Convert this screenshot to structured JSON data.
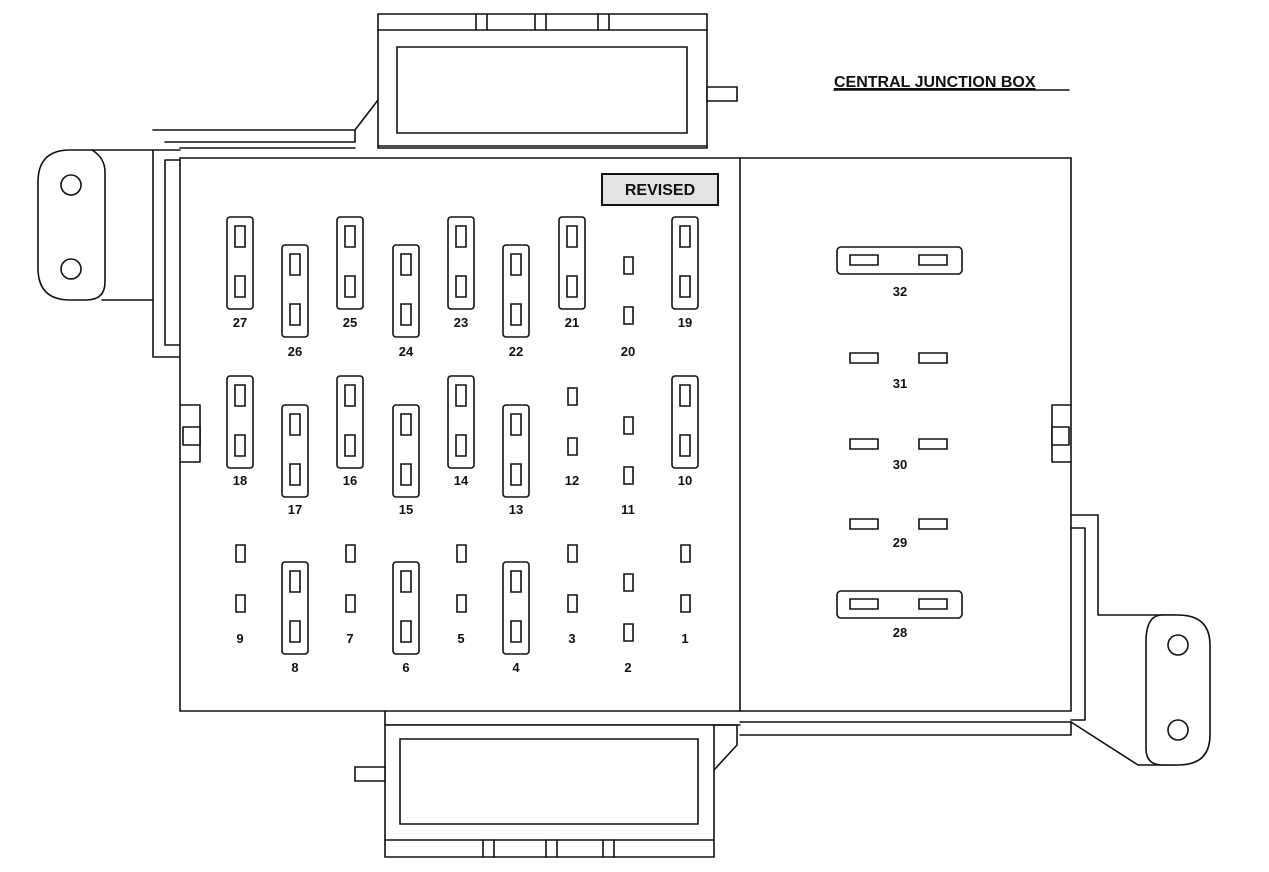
{
  "title": "CENTRAL JUNCTION BOX",
  "badge": "REVISED",
  "fuses": [
    {
      "id": "27",
      "kind": "mini"
    },
    {
      "id": "26",
      "kind": "mini"
    },
    {
      "id": "25",
      "kind": "mini"
    },
    {
      "id": "24",
      "kind": "mini"
    },
    {
      "id": "23",
      "kind": "mini"
    },
    {
      "id": "22",
      "kind": "mini"
    },
    {
      "id": "21",
      "kind": "mini"
    },
    {
      "id": "20",
      "kind": "empty"
    },
    {
      "id": "19",
      "kind": "mini"
    },
    {
      "id": "18",
      "kind": "mini"
    },
    {
      "id": "17",
      "kind": "mini"
    },
    {
      "id": "16",
      "kind": "mini"
    },
    {
      "id": "15",
      "kind": "mini"
    },
    {
      "id": "14",
      "kind": "mini"
    },
    {
      "id": "13",
      "kind": "mini"
    },
    {
      "id": "12",
      "kind": "empty"
    },
    {
      "id": "11",
      "kind": "empty"
    },
    {
      "id": "10",
      "kind": "mini"
    },
    {
      "id": "9",
      "kind": "empty"
    },
    {
      "id": "8",
      "kind": "mini"
    },
    {
      "id": "7",
      "kind": "empty"
    },
    {
      "id": "6",
      "kind": "mini"
    },
    {
      "id": "5",
      "kind": "empty"
    },
    {
      "id": "4",
      "kind": "mini"
    },
    {
      "id": "3",
      "kind": "empty"
    },
    {
      "id": "2",
      "kind": "empty"
    },
    {
      "id": "1",
      "kind": "empty"
    }
  ],
  "relays": [
    {
      "id": "32",
      "kind": "maxi"
    },
    {
      "id": "31",
      "kind": "empty"
    },
    {
      "id": "30",
      "kind": "empty"
    },
    {
      "id": "29",
      "kind": "empty"
    },
    {
      "id": "28",
      "kind": "maxi"
    }
  ]
}
